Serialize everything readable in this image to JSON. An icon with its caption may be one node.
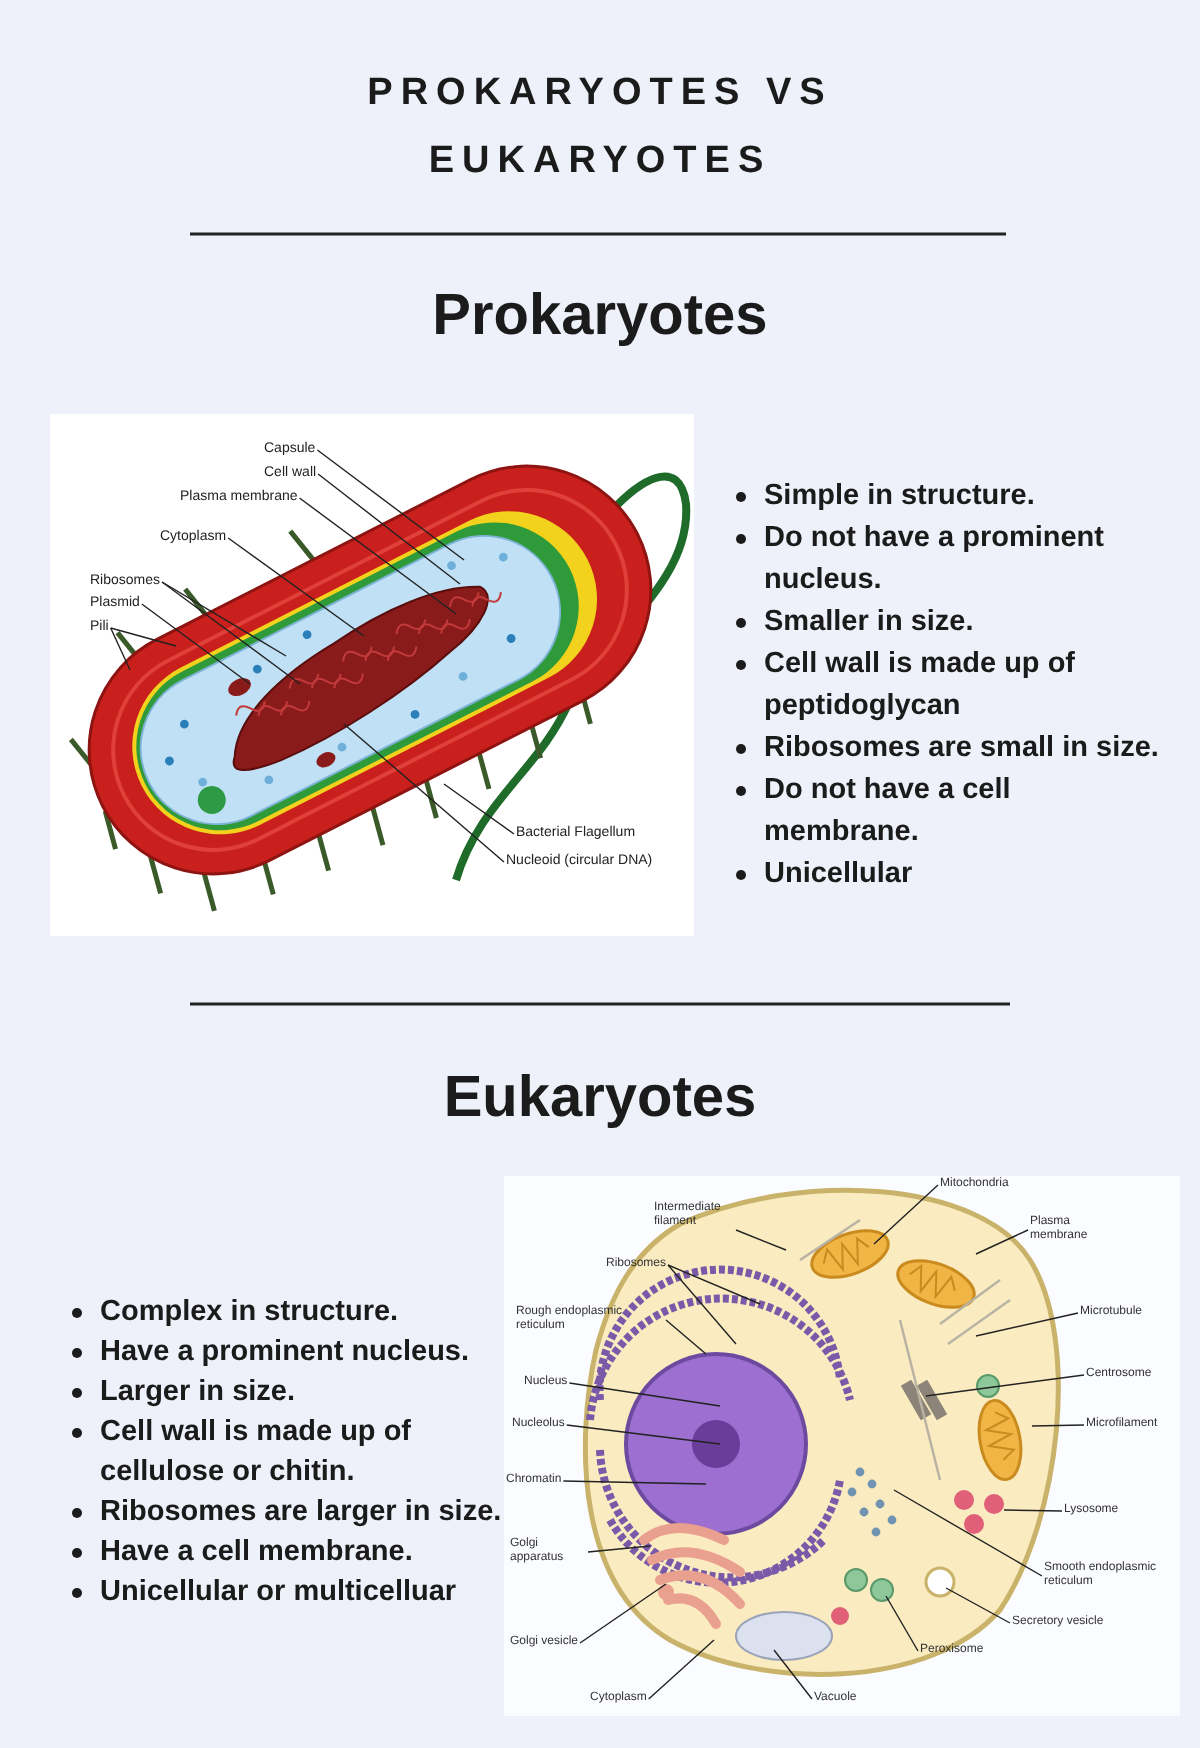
{
  "diagram": {
    "title": "PROKARYOTES VS EUKARYOTES",
    "nodes": [
      {
        "text": [
          "Capsule"
        ]
      },
      {
        "text": [
          "Cell wall"
        ]
      },
      {
        "text": [
          "Plasma membrane"
        ]
      },
      {
        "text": [
          "Cytoplasm"
        ]
      },
      {
        "text": [
          "Ribosomes"
        ]
      },
      {
        "text": [
          "Plasmid"
        ]
      },
      {
        "text": [
          "Pili"
        ]
      },
      {
        "text": [
          "Bacterial Flagellum"
        ]
      },
      {
        "text": [
          "Nucleoid (circular DNA)"
        ]
      },
      {
        "text": [
          "Intermediate filament"
        ]
      },
      {
        "text": [
          "Mitochondria"
        ]
      },
      {
        "text": [
          "Plasma membrane"
        ]
      },
      {
        "text": [
          "Ribosomes"
        ]
      },
      {
        "text": [
          "Rough endoplasmic reticulum"
        ]
      },
      {
        "text": [
          "Microtubule"
        ]
      },
      {
        "text": [
          "Nucleus"
        ]
      },
      {
        "text": [
          "Centrosome"
        ]
      },
      {
        "text": [
          "Nucleolus"
        ]
      },
      {
        "text": [
          "Microfilament"
        ]
      },
      {
        "text": [
          "Chromatin"
        ]
      },
      {
        "text": [
          "Lysosome"
        ]
      },
      {
        "text": [
          "Golgi apparatus"
        ]
      },
      {
        "text": [
          "Smooth endoplasmic reticulum"
        ]
      },
      {
        "text": [
          "Secretory vesicle"
        ]
      },
      {
        "text": [
          "Golgi vesicle"
        ]
      },
      {
        "text": [
          "Peroxisome"
        ]
      },
      {
        "text": [
          "Cytoplasm"
        ]
      },
      {
        "text": [
          "Vacuole"
        ]
      }
    ],
    "edges": [
      {
        "from": 0,
        "to": null,
        "arrow": "none"
      },
      {
        "from": 1,
        "to": null,
        "arrow": "none"
      },
      {
        "from": 2,
        "to": null,
        "arrow": "none"
      },
      {
        "from": 3,
        "to": null,
        "arrow": "none"
      },
      {
        "from": 4,
        "to": null,
        "arrow": "none"
      },
      {
        "from": 4,
        "to": null,
        "arrow": "none"
      },
      {
        "from": 5,
        "to": null,
        "arrow": "none"
      },
      {
        "from": 6,
        "to": null,
        "arrow": "none"
      },
      {
        "from": 6,
        "to": null,
        "arrow": "none"
      },
      {
        "from": 7,
        "to": null,
        "arrow": "none"
      },
      {
        "from": 8,
        "to": null,
        "arrow": "none"
      },
      {
        "from": 9,
        "to": null,
        "arrow": "none"
      },
      {
        "from": 10,
        "to": null,
        "arrow": "none"
      },
      {
        "from": 11,
        "to": null,
        "arrow": "none"
      },
      {
        "from": 12,
        "to": null,
        "arrow": "none"
      },
      {
        "from": 12,
        "to": null,
        "arrow": "none"
      },
      {
        "from": 13,
        "to": null,
        "arrow": "none"
      },
      {
        "from": 14,
        "to": null,
        "arrow": "none"
      },
      {
        "from": 15,
        "to": null,
        "arrow": "none"
      },
      {
        "from": 16,
        "to": null,
        "arrow": "none"
      },
      {
        "from": 17,
        "to": null,
        "arrow": "none"
      },
      {
        "from": 18,
        "to": null,
        "arrow": "none"
      },
      {
        "from": 19,
        "to": null,
        "arrow": "none"
      },
      {
        "from": 20,
        "to": null,
        "arrow": "none"
      },
      {
        "from": 21,
        "to": null,
        "arrow": "none"
      },
      {
        "from": 22,
        "to": null,
        "arrow": "none"
      },
      {
        "from": 23,
        "to": null,
        "arrow": "none"
      },
      {
        "from": 24,
        "to": null,
        "arrow": "none"
      },
      {
        "from": 25,
        "to": null,
        "arrow": "none"
      },
      {
        "from": 26,
        "to": null,
        "arrow": "none"
      },
      {
        "from": 27,
        "to": null,
        "arrow": "none"
      }
    ],
    "labels": [
      "Prokaryotes",
      "Simple in structure.",
      "Do not have a prominent nucleus.",
      "Smaller in size.",
      "Cell wall is made up of peptidoglycan",
      "Ribosomes are small in size.",
      "Do not have a cell membrane.",
      "Unicellular",
      "Eukaryotes",
      "Complex in structure.",
      "Have a prominent nucleus.",
      "Larger in size.",
      "Cell wall is made up of cellulose or chitin.",
      "Ribosomes are larger in size.",
      "Have a cell membrane.",
      "Unicellular or multicelluar"
    ]
  }
}
